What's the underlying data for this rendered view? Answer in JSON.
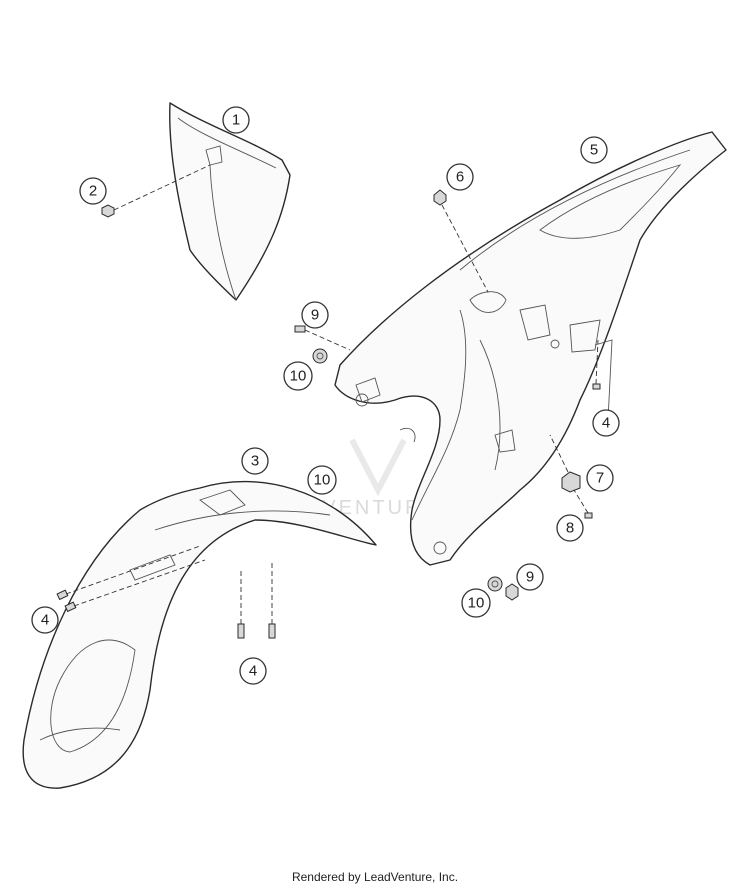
{
  "callouts": [
    {
      "id": "1"
    },
    {
      "id": "2"
    },
    {
      "id": "3"
    },
    {
      "id": "4a"
    },
    {
      "id": "4b"
    },
    {
      "id": "4c"
    },
    {
      "id": "5"
    },
    {
      "id": "6"
    },
    {
      "id": "7"
    },
    {
      "id": "8"
    },
    {
      "id": "9a"
    },
    {
      "id": "9b"
    },
    {
      "id": "10a"
    },
    {
      "id": "10b"
    },
    {
      "id": "10c"
    }
  ],
  "labels": {
    "1": "1",
    "2": "2",
    "3": "3",
    "4a": "4",
    "4b": "4",
    "4c": "4",
    "5": "5",
    "6": "6",
    "7": "7",
    "8": "8",
    "9a": "9",
    "9b": "9",
    "10a": "10",
    "10b": "10",
    "10c": "10"
  },
  "watermark": "LEADVENTURE",
  "footer": "Rendered by LeadVenture, Inc."
}
